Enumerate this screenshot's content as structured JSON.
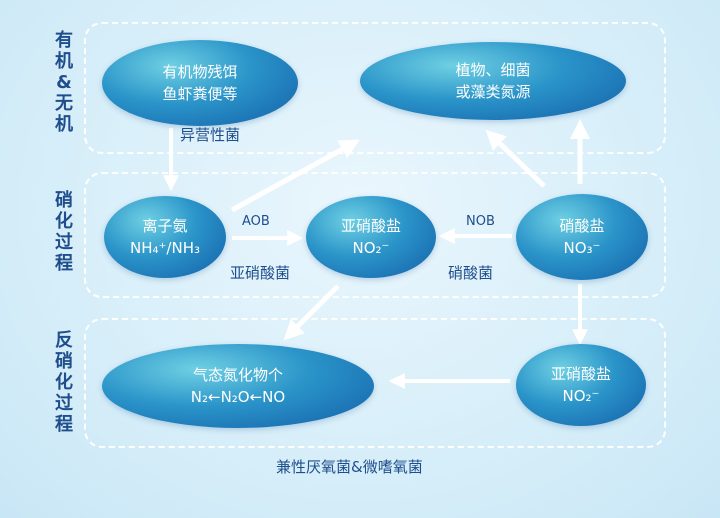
{
  "sections": {
    "top_label": "有机&无机",
    "middle_label": "硝化过程",
    "bottom_label": "反硝化过程"
  },
  "nodes": {
    "organic": {
      "line1": "有机物残饵",
      "line2": "鱼虾粪便等"
    },
    "plants": {
      "line1": "植物、细菌",
      "line2": "或藻类氮源"
    },
    "ammonium": {
      "line1": "离子氨",
      "line2": "NH₄⁺/NH₃"
    },
    "nitrite_mid": {
      "line1": "亚硝酸盐",
      "line2": "NO₂⁻"
    },
    "nitrate": {
      "line1": "硝酸盐",
      "line2": "NO₃⁻"
    },
    "gas": {
      "line1": "气态氮化物个",
      "line2": "N₂←N₂O←NO"
    },
    "nitrite_low": {
      "line1": "亚硝酸盐",
      "line2": "NO₂⁻"
    }
  },
  "labels": {
    "heterotrophic": "异营性菌",
    "aob": "AOB",
    "nitrite_bacteria": "亚硝酸菌",
    "nob": "NOB",
    "nitrate_bacteria": "硝酸菌",
    "bottom_caption": "兼性厌氧菌&微嗜氧菌"
  }
}
